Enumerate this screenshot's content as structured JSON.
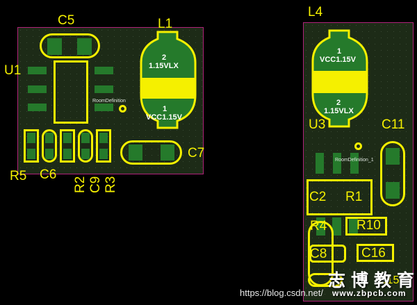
{
  "left_board": {
    "refs": {
      "c5": "C5",
      "l1": "L1",
      "u1": "U1",
      "c7": "C7",
      "r5": "R5",
      "c6": "C6",
      "r2": "R2",
      "c9": "C9",
      "r3": "R3"
    },
    "room_label": "RoomDefinition",
    "inductor": {
      "top_pin": "2",
      "top_net": "1.15VLX",
      "bottom_pin": "1",
      "bottom_net": "VCC1.15V"
    }
  },
  "right_board": {
    "refs": {
      "l4": "L4",
      "u3": "U3",
      "c11": "C11",
      "c2": "C2",
      "r1": "R1",
      "r4": "R4",
      "r10": "R10",
      "c8": "C8",
      "c16": "C16",
      "c15": "C15"
    },
    "room_label": "RoomDefinition_1",
    "inductor": {
      "top_pin": "1",
      "top_net": "VCC1.15V",
      "bottom_pin": "2",
      "bottom_net": "1.15VLX"
    }
  },
  "watermark": {
    "url": "https://blog.csdn.net/",
    "brand": "志博教育",
    "site": "www.zbpcb.com"
  },
  "colors": {
    "silkscreen": "#f5f000",
    "pad": "#257a2b",
    "board": "#1d2b17",
    "room_border": "#b0227a"
  }
}
